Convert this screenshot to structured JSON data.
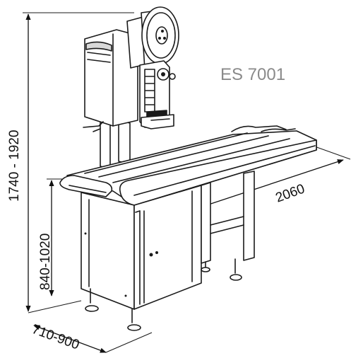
{
  "model_label": "ES 7001",
  "dimensions": {
    "total_height": "1740 - 1920",
    "table_height": "840-1020",
    "depth": "710-900",
    "length": "2060"
  },
  "colors": {
    "line": "#1a1a1a",
    "model_text": "#8a8a8a",
    "background": "#ffffff"
  }
}
